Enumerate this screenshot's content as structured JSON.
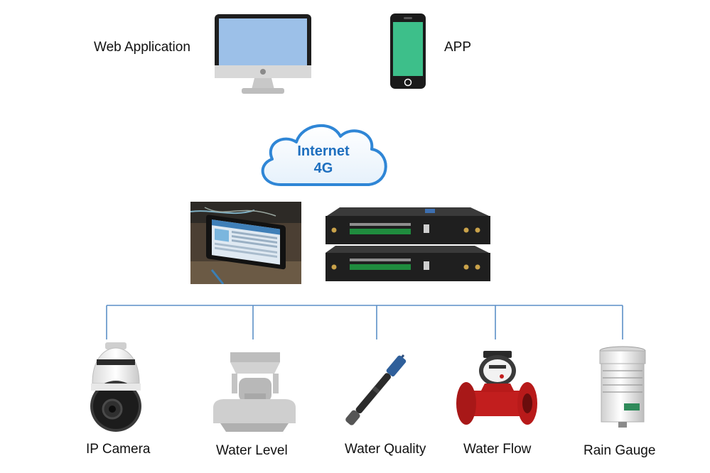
{
  "top": {
    "web_label": "Web Application",
    "app_label": "APP"
  },
  "cloud": {
    "line1": "Internet",
    "line2": "4G",
    "text_color": "#1e6fbf",
    "stroke_color": "#2f86d6"
  },
  "sensors": [
    {
      "label": "IP Camera",
      "icon": "ip-camera-icon"
    },
    {
      "label": "Water Level",
      "icon": "water-level-sensor-icon"
    },
    {
      "label": "Water Quality",
      "icon": "water-quality-probe-icon"
    },
    {
      "label": "Water Flow",
      "icon": "water-flow-meter-icon"
    },
    {
      "label": "Rain Gauge",
      "icon": "rain-gauge-icon"
    }
  ],
  "colors": {
    "bus_line": "#5b8fc7",
    "phone_screen": "#3dbf8a",
    "monitor_screen": "#9cc0e8",
    "flow_meter": "#c21e1e"
  }
}
